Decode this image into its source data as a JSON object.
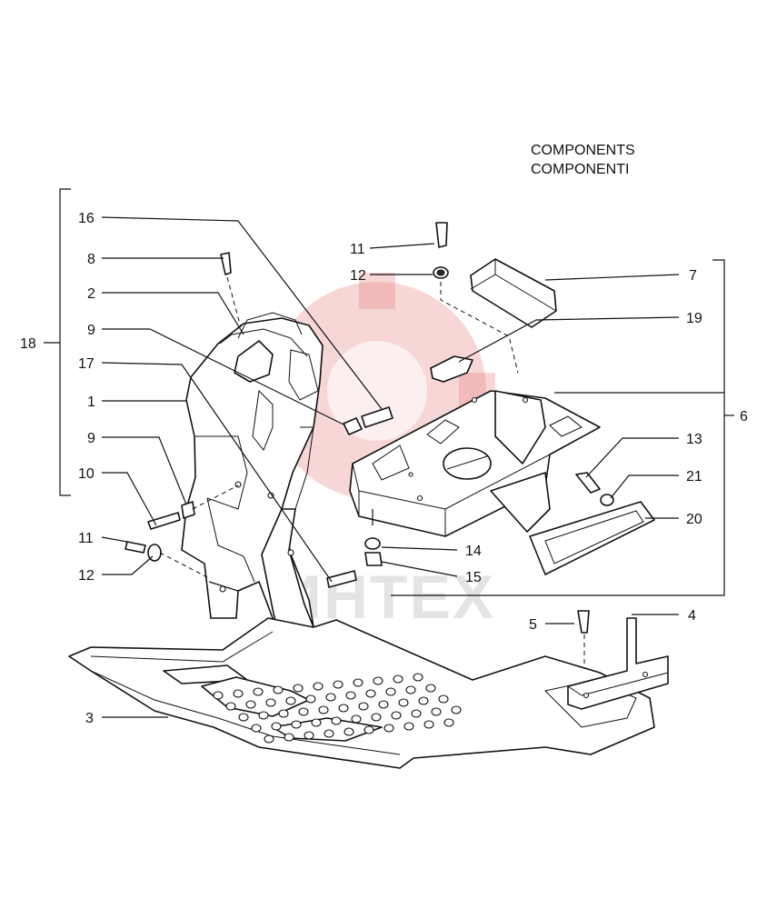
{
  "title": {
    "line1": "COMPONENTS",
    "line2": "COMPONENTI"
  },
  "watermark": "ИНТЕХ",
  "callouts": [
    "16",
    "8",
    "2",
    "9",
    "18",
    "17",
    "1",
    "9",
    "10",
    "11",
    "12",
    "11",
    "12",
    "7",
    "19",
    "6",
    "13",
    "21",
    "20",
    "14",
    "15",
    "5",
    "4",
    "3"
  ],
  "colors": {
    "ink": "#111111",
    "watermark": "#e98a8a"
  }
}
